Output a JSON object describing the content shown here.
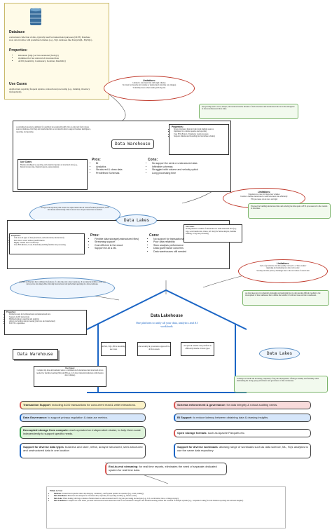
{
  "database": {
    "title": "Database",
    "description": "A structured collection of data, typically used for transactional purposes (OLTP). Database store data in tables with predefined schemas (e.g., SQL databases like PostgreSQL, MySQL).",
    "properties_title": "Properties:",
    "properties": [
      "Relational (SQL) or Non-relational (NoSQL)",
      "Optimized for fast retrieval of structured data",
      "ACID (Atomicity, Consistency, Isolation, Durability)"
    ],
    "use_cases_title": "Use Cases",
    "use_cases": "Applications requiring frequent updates, transactional processing (e.g., banking, inventory management)."
  },
  "db_limitations": {
    "title": "Limitations:",
    "items": [
      "Limited to structured data with rigid schemas",
      "Not ideal for massive data volume or unstructured data (like text, images)",
      "Scalability issues when dealing with big data"
    ]
  },
  "dw_motivation": "The growing need to store, analyze, and retrieve massive amounts of both structured and unstructured data led to the emergence of data warehouses and data lakes.",
  "warehouse": {
    "intro": "A centralized repository optimized for analytical processing (OLAP). Data is extracted from various sources (databases, flat files) and transformed into a structured format to support business intelligence, reporting, and querying.",
    "label": "Data Warehouse",
    "properties_title": "Properties:",
    "properties": [
      "Stores structured, historical data from multiple sources",
      "Optimized for complex queries and reporting",
      "Uses ETL (Extract, Transform, Load) processes",
      "Supports dimensional modeling (star/snowflake schema)"
    ],
    "use_cases_title": "Use Cases",
    "use_cases": "Business intelligence, reporting, and analytical queries on structured data (e.g., historical sales data, financial reports, sales analysis).",
    "pros_title": "Pros:",
    "pros": [
      "BI",
      "Analytics",
      "Structured & clean data",
      "Predefined Schemas"
    ],
    "cons_title": "Cons:",
    "cons": [
      "No support for semi or unstructured data",
      "Inflexible schemas",
      "Struggled with volume and velocity uptick",
      "Long processing time"
    ]
  },
  "dw_limitations": {
    "title": "Limitations:",
    "items": [
      "Expensive to scale with large data volumes",
      "Unable to handle unstructured or semi-structured data efficiently",
      "ETL processes can be slow and rigid"
    ]
  },
  "lake_motivation": "The need for handling unstructured data and reducing the time spent on ETL processes led to the creation of data lakes.",
  "lake": {
    "cloud_text": "A large-scale repository that stores raw, unprocessed data in various formats (structured, semi-structured, unstructured). Data is stored as-is and processed later as needed.",
    "label": "Data Lakes",
    "properties_title": "Properties:",
    "properties": [
      "Can store all types of data (structured, semi-structured, unstructured)",
      "Raw data is stored without transformation",
      "Highly scalable and cost-effective",
      "Uses ELT (Extract, Load, Transform) enabling flexible data processing"
    ],
    "use_case_title": "Use Case:",
    "use_case": "Storing massive volumes of unstructured or semi-structured data (e.g., logs, social media data, videos, IoT data) for future analysis, machine learning, or big data processing.",
    "pros_title": "Pros:",
    "pros": [
      "Flexible data storage(unstructured files)",
      "Streaming support",
      "Cost efficient in the cloud",
      "Support for AI & ML"
    ],
    "cons_title": "Cons:",
    "cons": [
      "No support for transactional support",
      "Poor data reliability",
      "Slow analysis performance",
      "Data governance concerns",
      "Data warehouses still needed"
    ]
  },
  "lake_limitations": {
    "title": "Limitations:",
    "items": [
      "Lack of governance and data quality can lead to a \"data swamp\"",
      "Querying and analyzing raw data can be slow",
      "Security and data privacy challenges due to the raw nature of stored data"
    ]
  },
  "lakehouse_motivation": "As data lakes grew in complexity, managing and analyzing the raw data became difficult, leading to the development of data lakehouses that combine the benefits of both data lakes and data warehouses.",
  "lakehouse": {
    "intro": "A hybrid architecture that combines the features of a data lake and a data warehouse. It provides the ability to store raw data (as in a data lake) while allowing the structured and performant querying of a data warehouse.",
    "properties_title": "Properties:",
    "properties": [
      "Unified storage for both structured and unstructured data",
      "Supports ACID transactions",
      "High performance querying and analytics",
      "Allows for flexible data processing (both raw and transformed)",
      "ELT/ETL capabilities"
    ],
    "title": "Data Lakehouse",
    "subtitle": "One platform to unify all your data, analytics and AI workloads",
    "cards": [
      "AI ML, SQL, BI & streaming use cases",
      "One security & governance approach for all data assets",
      "An open & reliable data platform to efficiently handle all data types"
    ],
    "warehouse_label": "Data Warehouse",
    "lakes_label": "Data Lakes",
    "use_cases_title": "Use Cases:",
    "use_cases": "Complex big data environments where a combination of unstructured and structured data is needed for machine learning (ML) and BI (e.g., IoT data, financial institutions with massive data volumes).",
    "emerged": "It emerged to handle the increasing complexity of big data management, offering scalability and flexibility while maintaining the strong query performance and governance of data warehouses."
  },
  "features": [
    {
      "term": "Transaction Support",
      "text": ": including ACID transactions for concurrent read & write interactions.",
      "color": "#d9534f"
    },
    {
      "term": "Schema enforcement & governance:",
      "text": " for data integrity & robust auditing needs.",
      "color": "#d9534f"
    },
    {
      "term": "Data Governance:",
      "text": " to support privacy regulation & data use metrics.",
      "color": "#1b65c5"
    },
    {
      "term": "BI Support",
      "text": ": to reduce latency between obtaining data & drawing insights.",
      "color": "#1b65c5"
    },
    {
      "term": "Decoupled storage from compute:",
      "text": " each operated on independent cluster, to help them scale independently to support specific needs.",
      "color": "#1b65c5"
    },
    {
      "term": "Open storage formats",
      "text": ": such as Apache Parquets etc.",
      "color": "#d9534f"
    },
    {
      "term": "Support for diverse data types",
      "text": ": business and store, refine, analyze structured, semi-structured and unstructured data in one location",
      "color": "#1b65c5"
    },
    {
      "term": "Support for diverse workloads",
      "text": ": allowing range of workloads such as data science, ML, SQL analytics to use the same data repository",
      "color": "#1b65c5"
    },
    {
      "term": "End-to-end streaming",
      "text": ": for real time reports, eliminates the need of separate dedicated system for real time data.",
      "color": "#d9534f"
    }
  ],
  "when_to_use": {
    "title": "When to Use:",
    "items": [
      {
        "term": "Database",
        "text": ": Transactional systems where data integrity, consistency, and frequent updates are essential (e.g., retail, banking)."
      },
      {
        "term": "Data Warehouse",
        "text": ": Historical data analysis for structured data, especially for reporting and BI (e.g., finance, sales)."
      },
      {
        "term": "Data Lake",
        "text": ": When dealing with large volumes of unstructured or semi-structured data for big data processing and analysis (e.g., IoT, social media, video, or image storage)."
      },
      {
        "term": "Data Lakehouse",
        "text": ": Complex use cases where you need both structured and unstructured data to be available for analytics and machine learning without the overhead of multiple systems (e.g., companies looking for both business reporting and AI-based insights)."
      }
    ]
  }
}
